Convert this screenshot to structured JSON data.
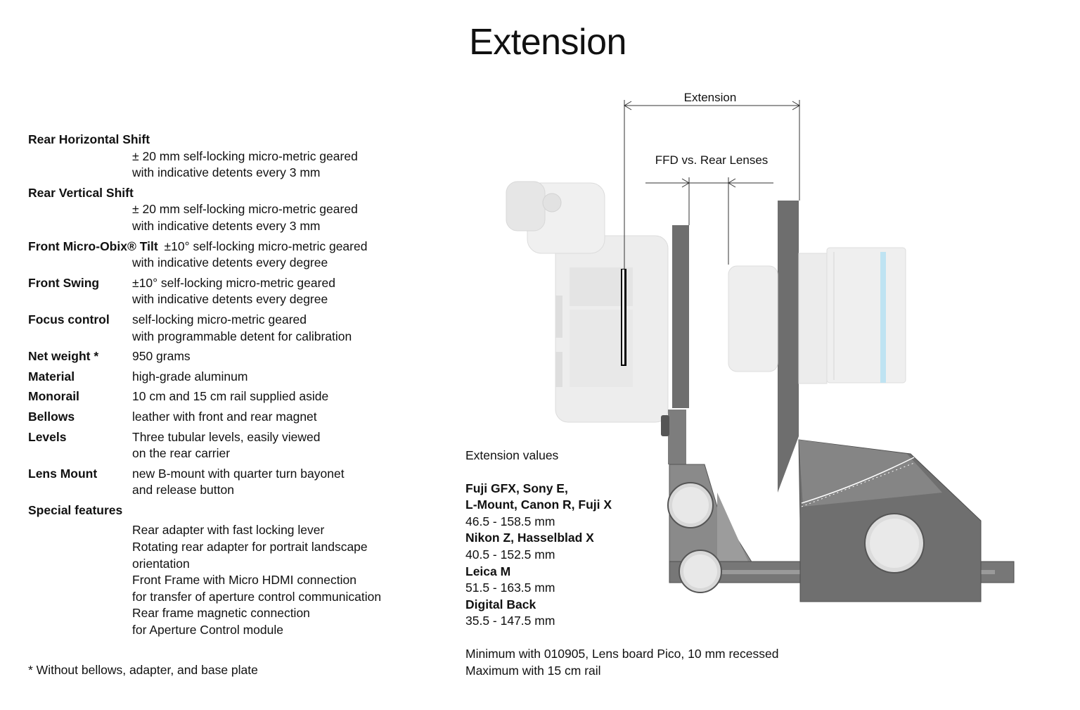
{
  "title": "Extension",
  "specs": [
    {
      "label": "Rear Horizontal Shift",
      "lines": [
        "± 20 mm  self-locking micro-metric geared",
        "with indicative detents every 3 mm"
      ]
    },
    {
      "label": "Rear Vertical Shift",
      "lines": [
        "± 20 mm  self-locking micro-metric geared",
        "with indicative detents every 3 mm"
      ]
    },
    {
      "label": "Front Micro-Obix® Tilt",
      "lines": [
        "±10° self-locking micro-metric geared",
        "with indicative detents  every degree"
      ]
    },
    {
      "label": "Front Swing",
      "lines": [
        "±10° self-locking micro-metric geared",
        "with indicative detents every degree"
      ]
    },
    {
      "label": "Focus control",
      "lines": [
        "self-locking micro-metric geared",
        "with programmable detent for calibration"
      ]
    },
    {
      "label": "Net weight *",
      "lines": [
        "950 grams"
      ]
    },
    {
      "label": "Material",
      "lines": [
        "high-grade aluminum"
      ]
    },
    {
      "label": "Monorail",
      "lines": [
        "10 cm and 15 cm rail supplied aside"
      ]
    },
    {
      "label": "Bellows",
      "lines": [
        "leather with front and rear magnet"
      ]
    },
    {
      "label": "Levels",
      "lines": [
        "Three tubular levels, easily viewed",
        "on the rear carrier"
      ]
    },
    {
      "label": "Lens Mount",
      "lines": [
        "new B-mount with quarter turn bayonet",
        "and release button"
      ]
    }
  ],
  "special_features": {
    "label": "Special features",
    "lines": [
      "Rear adapter with fast locking lever",
      "Rotating rear adapter for portrait landscape",
      "orientation",
      "Front Frame with Micro HDMI connection",
      "for transfer of aperture control communication",
      "Rear frame magnetic connection",
      "for Aperture Control module"
    ]
  },
  "footnote": "* Without bellows, adapter, and base plate",
  "diagram": {
    "extension_label": "Extension",
    "ffd_label": "FFD vs. Rear Lenses"
  },
  "extension_values": {
    "heading": "Extension values",
    "mounts": [
      {
        "name_lines": [
          "Fuji GFX, Sony E,",
          "L-Mount, Canon R, Fuji X"
        ],
        "range": "46.5 - 158.5 mm"
      },
      {
        "name_lines": [
          "Nikon Z, Hasselblad X"
        ],
        "range": "40.5 - 152.5 mm"
      },
      {
        "name_lines": [
          "Leica M"
        ],
        "range": "51.5 - 163.5 mm"
      },
      {
        "name_lines": [
          "Digital Back"
        ],
        "range": "35.5 - 147.5 mm"
      }
    ]
  },
  "notes": [
    "Minimum with 010905, Lens board Pico, 10 mm recessed",
    "Maximum with 15 cm rail"
  ],
  "colors": {
    "text": "#111111",
    "metal_dark": "#6e6e6e",
    "metal_mid": "#8a8a8a",
    "camera_ghost": "#ececec",
    "lens_accent": "#bfe3f2"
  }
}
